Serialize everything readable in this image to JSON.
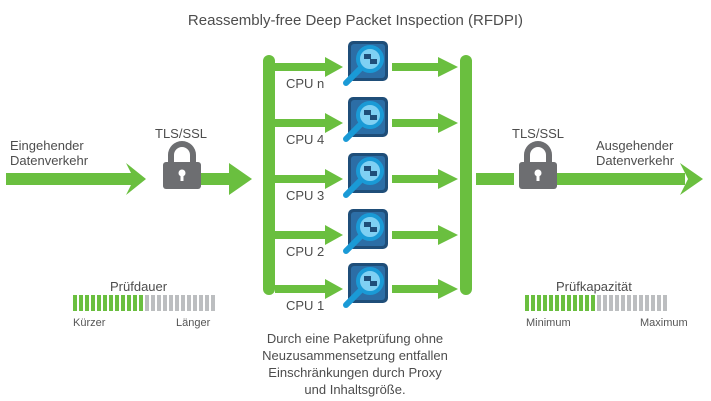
{
  "title": "Reassembly-free Deep Packet Inspection (RFDPI)",
  "incoming_label_line1": "Eingehender",
  "incoming_label_line2": "Datenverkehr",
  "outgoing_label_line1": "Ausgehender",
  "outgoing_label_line2": "Datenverkehr",
  "tls_left": "TLS/SSL",
  "tls_right": "TLS/SSL",
  "cpus": [
    "CPU n",
    "CPU 4",
    "CPU 3",
    "CPU 2",
    "CPU 1"
  ],
  "duration": {
    "label": "Prüfdauer",
    "min_label": "Kürzer",
    "max_label": "Länger",
    "filled_fraction": 0.5
  },
  "capacity": {
    "label": "Prüfkapazität",
    "min_label": "Minimum",
    "max_label": "Maximum",
    "filled_fraction": 0.5
  },
  "caption": [
    "Durch eine Paketprüfung ohne",
    "Neuzusammensetzung entfallen",
    "Einschränkungen durch Proxy",
    "und Inhaltsgröße."
  ],
  "colors": {
    "arrow_green": "#6abf3f",
    "lock_gray": "#6d6e71",
    "magnifier_blue": "#1a9ad6",
    "box_navy": "#1f4e79",
    "bar_gray": "#bcbec0"
  },
  "icons": {
    "lock": "lock-icon",
    "magnifier": "magnifier-icon",
    "arrow": "arrow-icon"
  }
}
